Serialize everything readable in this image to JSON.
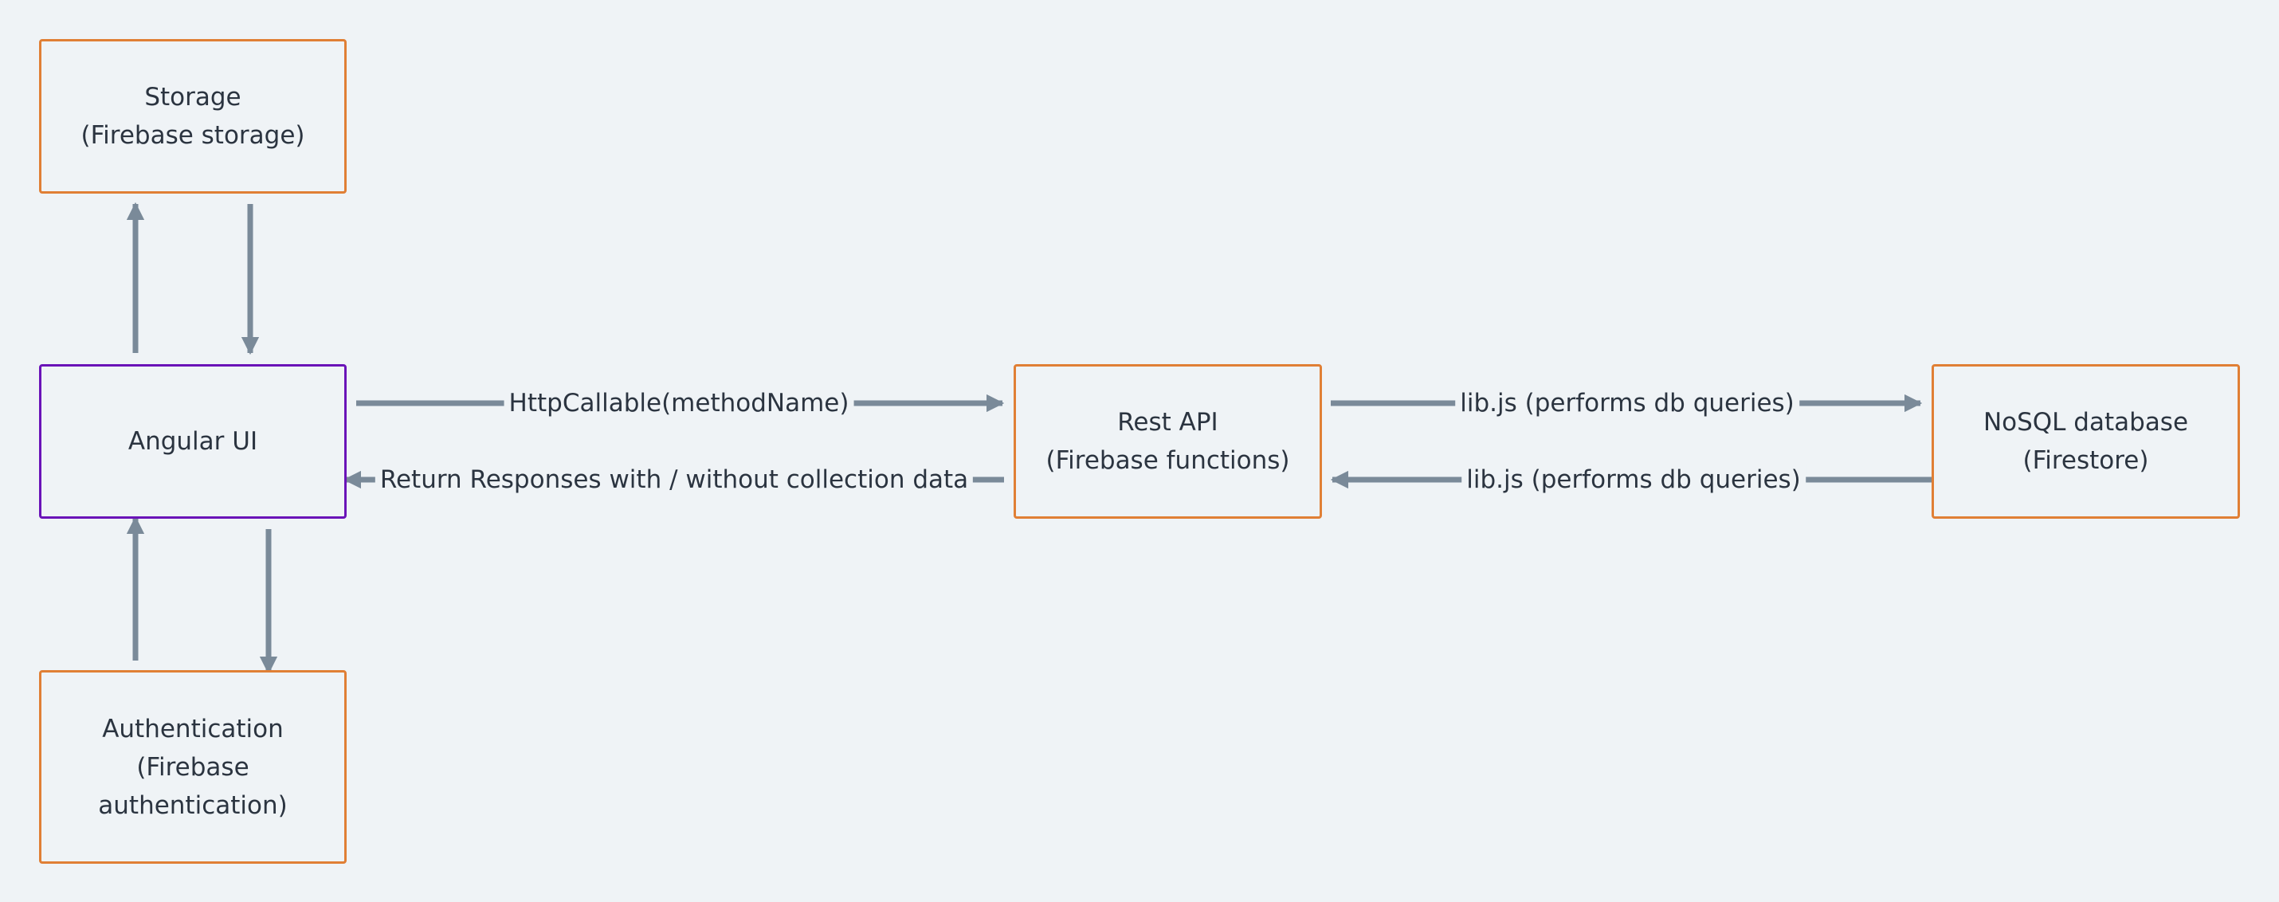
{
  "diagram": {
    "nodes": {
      "storage": {
        "lines": [
          "Storage",
          "(Firebase storage)"
        ]
      },
      "angular": {
        "lines": [
          "Angular UI"
        ]
      },
      "auth": {
        "lines": [
          "Authentication",
          "(Firebase",
          "authentication)"
        ]
      },
      "rest": {
        "lines": [
          "Rest API",
          "(Firebase functions)"
        ]
      },
      "nosql": {
        "lines": [
          "NoSQL database",
          "(Firestore)"
        ]
      }
    },
    "edges": {
      "angular_to_rest": "HttpCallable(methodName)",
      "rest_to_angular": "Return Responses with / without collection data",
      "rest_to_nosql": "lib.js (performs db queries)",
      "nosql_to_rest": "lib.js (performs db queries)"
    },
    "colors": {
      "background": "#eff3f6",
      "node_border": "#e07f35",
      "primary_node_border": "#6a13b8",
      "connector": "#7a8a99",
      "text": "#2b3440"
    }
  }
}
